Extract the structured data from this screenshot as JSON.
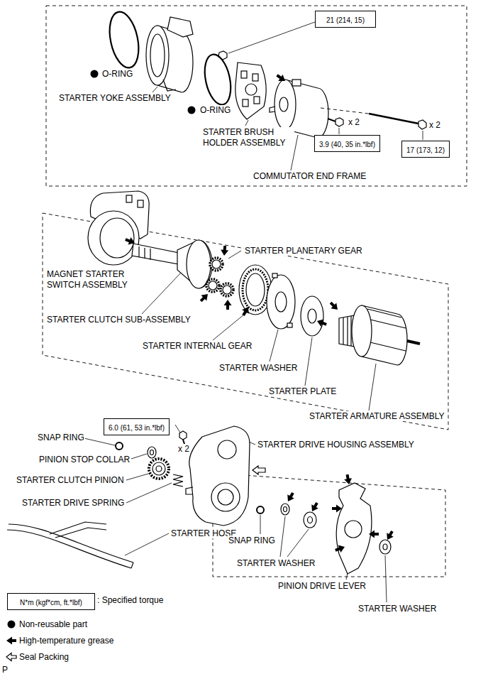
{
  "diagram": {
    "nodes": [
      {
        "text": [
          "21 (214, 15)"
        ]
      },
      {
        "text": [
          "3.9 (40, 35 in.*lbf)"
        ]
      },
      {
        "text": [
          "17 (173, 12)"
        ]
      },
      {
        "text": [
          "6.0 (61, 53 in.*lbf)"
        ]
      },
      {
        "text": [
          "N*m (kgf*cm, ft.*lbf)"
        ]
      }
    ],
    "labels": [
      "O-RING",
      "STARTER YOKE ASSEMBLY",
      "O-RING",
      "STARTER BRUSH HOLDER ASSEMBLY",
      "x 2",
      "x 2",
      "COMMUTATOR END FRAME",
      "STARTER PLANETARY GEAR",
      "MAGNET STARTER SWITCH ASSEMBLY",
      "STARTER CLUTCH SUB-ASSEMBLY",
      "STARTER INTERNAL GEAR",
      "STARTER WASHER",
      "STARTER PLATE",
      "STARTER ARMATURE ASSEMBLY",
      "SNAP RING",
      "x 2",
      "STARTER DRIVE HOUSING ASSEMBLY",
      "PINION STOP COLLAR",
      "STARTER CLUTCH PINION",
      "STARTER DRIVE SPRING",
      "STARTER HOSE",
      "SNAP RING",
      "STARTER WASHER",
      "PINION DRIVE LEVER",
      "STARTER WASHER",
      "P"
    ],
    "legend": [
      {
        "text": ": Specified torque"
      },
      {
        "text": "Non-reusable part"
      },
      {
        "text": "High-temperature grease"
      },
      {
        "text": "Seal Packing"
      }
    ]
  }
}
